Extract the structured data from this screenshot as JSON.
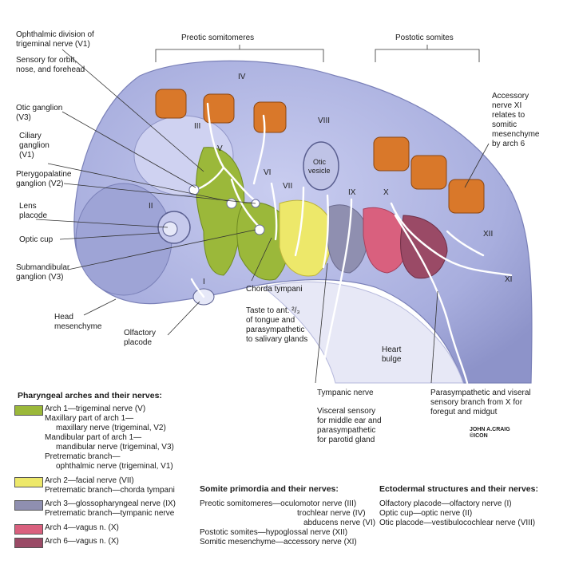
{
  "colors": {
    "arch1": "#9bb83a",
    "arch2": "#ede86a",
    "arch3": "#8f8fb0",
    "arch4": "#d9607e",
    "arch6": "#9a4a66",
    "body": "#a8aede",
    "somite": "#d9782a"
  },
  "top_labels": {
    "preotic": "Preotic somitomeres",
    "postotic": "Postotic somites"
  },
  "left_labels": {
    "ophthalmic": [
      "Ophthalmic division of",
      "trigeminal nerve (V1)"
    ],
    "sensory": [
      "Sensory for orbit,",
      "nose, and forehead"
    ],
    "otic_ganglion": [
      "Otic ganglion",
      "(V3)"
    ],
    "ciliary": [
      "Ciliary",
      "ganglion",
      "(V1)"
    ],
    "pterygo": [
      "Pterygopalatine",
      "ganglion (V2)"
    ],
    "lens": [
      "Lens",
      "placode"
    ],
    "optic_cup": "Optic cup",
    "submand": [
      "Submandibular",
      "ganglion (V3)"
    ],
    "head_mes": [
      "Head",
      "mesenchyme"
    ],
    "olfactory": [
      "Olfactory",
      "placode"
    ]
  },
  "right_labels": {
    "accessory": [
      "Accessory",
      "nerve XI",
      "relates to",
      "somitic",
      "mesenchyme",
      "by arch 6"
    ]
  },
  "mid_labels": {
    "chorda": "Chorda tympani",
    "taste": [
      "Taste to ant. ²/₃",
      "of tongue and",
      "parasympathetic",
      "to salivary glands"
    ],
    "heart": [
      "Heart",
      "bulge"
    ],
    "tympanic": "Tympanic nerve",
    "visceral": [
      "Visceral sensory",
      "for middle ear and",
      "parasympathetic",
      "for parotid gland"
    ],
    "parasym_x": [
      "Parasympathetic and viseral",
      "sensory branch from X for",
      "foregut and midgut"
    ]
  },
  "roman": {
    "I": "I",
    "II": "II",
    "III": "III",
    "IV": "IV",
    "V": "V",
    "VI": "VI",
    "VII": "VII",
    "VIII": "VIII",
    "IX": "IX",
    "X": "X",
    "XI": "XI",
    "XII": "XII",
    "otic_vesicle": [
      "Otic",
      "vesicle"
    ]
  },
  "signature": [
    "JOHN A.CRAIG",
    "©ICON"
  ],
  "key": {
    "title": "Pharyngeal arches and their nerves:",
    "arch1_lines": [
      "Arch 1—trigeminal nerve (V)",
      "Maxillary part of arch 1—",
      "maxillary nerve (trigeminal, V2)",
      "Mandibular part of arch 1—",
      "mandibular nerve (trigeminal, V3)",
      "Pretrematic branch—",
      "ophthalmic nerve (trigeminal, V1)"
    ],
    "arch2_lines": [
      "Arch 2—facial nerve (VII)",
      "Pretrematic branch—chorda tympani"
    ],
    "arch3_lines": [
      "Arch 3—glossopharyngeal nerve (IX)",
      "Pretrematic branch—tympanic nerve"
    ],
    "arch4": "Arch 4—vagus n. (X)",
    "arch6": "Arch 6—vagus n. (X)"
  },
  "somite_section": {
    "title": "Somite primordia and their nerves:",
    "lines": [
      "Preotic somitomeres—oculomotor nerve (III)",
      "trochlear nerve (IV)",
      "abducens nerve (VI)",
      "Postotic somites—hypoglossal nerve (XII)",
      "Somitic mesenchyme—accessory nerve (XI)"
    ]
  },
  "ecto_section": {
    "title": "Ectodermal structures and their nerves:",
    "lines": [
      "Olfactory placode—olfactory nerve (I)",
      "Optic cup—optic nerve (II)",
      "Otic placode—vestibulocochlear nerve (VIII)"
    ]
  }
}
